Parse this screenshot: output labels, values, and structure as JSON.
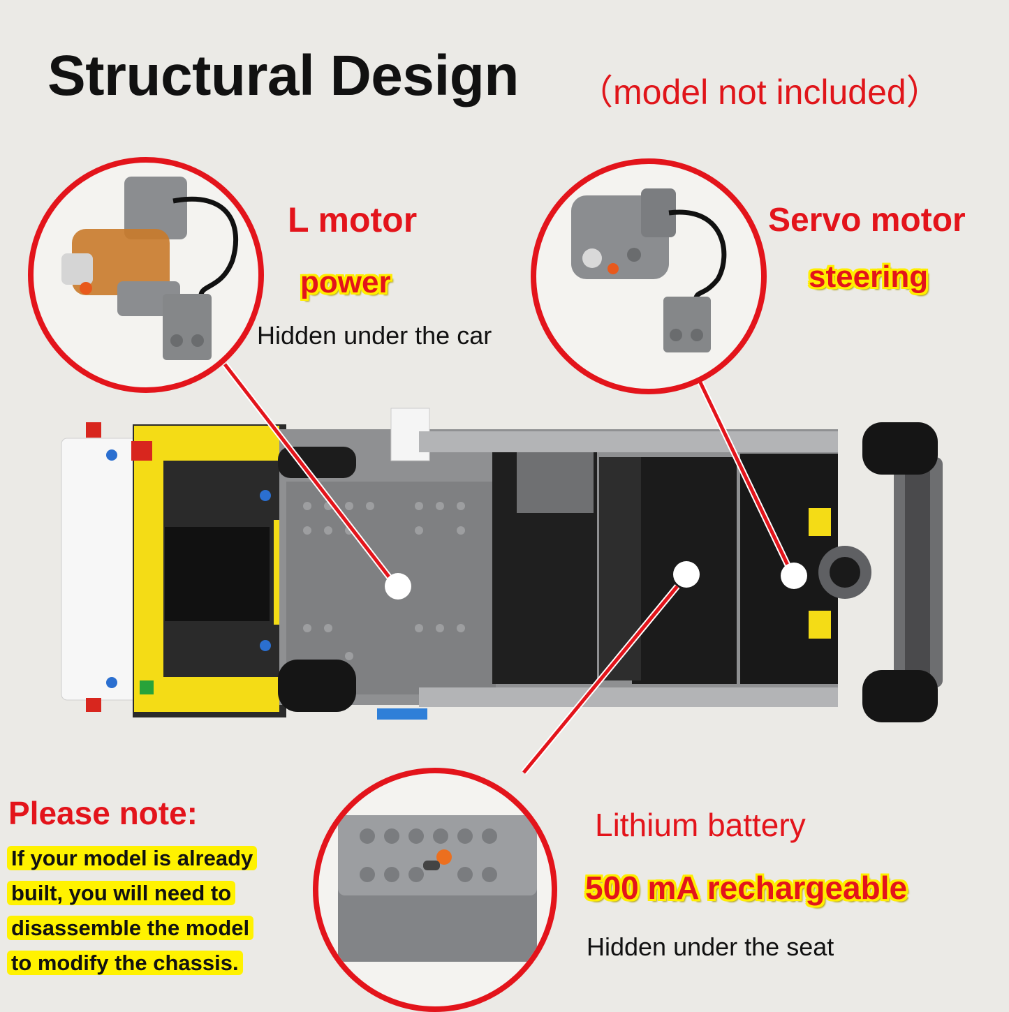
{
  "header": {
    "title": "Structural Design",
    "subtitle": "（model not included）"
  },
  "callouts": {
    "l_motor": {
      "title": "L  motor",
      "role": "power",
      "caption": "Hidden under the car"
    },
    "servo_motor": {
      "title": "Servo  motor",
      "role": "steering"
    },
    "battery": {
      "title": "Lithium battery",
      "role": "500 mA rechargeable",
      "caption": "Hidden under the seat"
    }
  },
  "note": {
    "heading": "Please note:",
    "lines": [
      "If your model is already",
      "built, you will need to",
      "disassemble the model",
      "to modify the chassis."
    ]
  },
  "colors": {
    "accent_red": "#e3141b",
    "highlight_yellow": "#fff200",
    "background": "#ebeae6"
  }
}
